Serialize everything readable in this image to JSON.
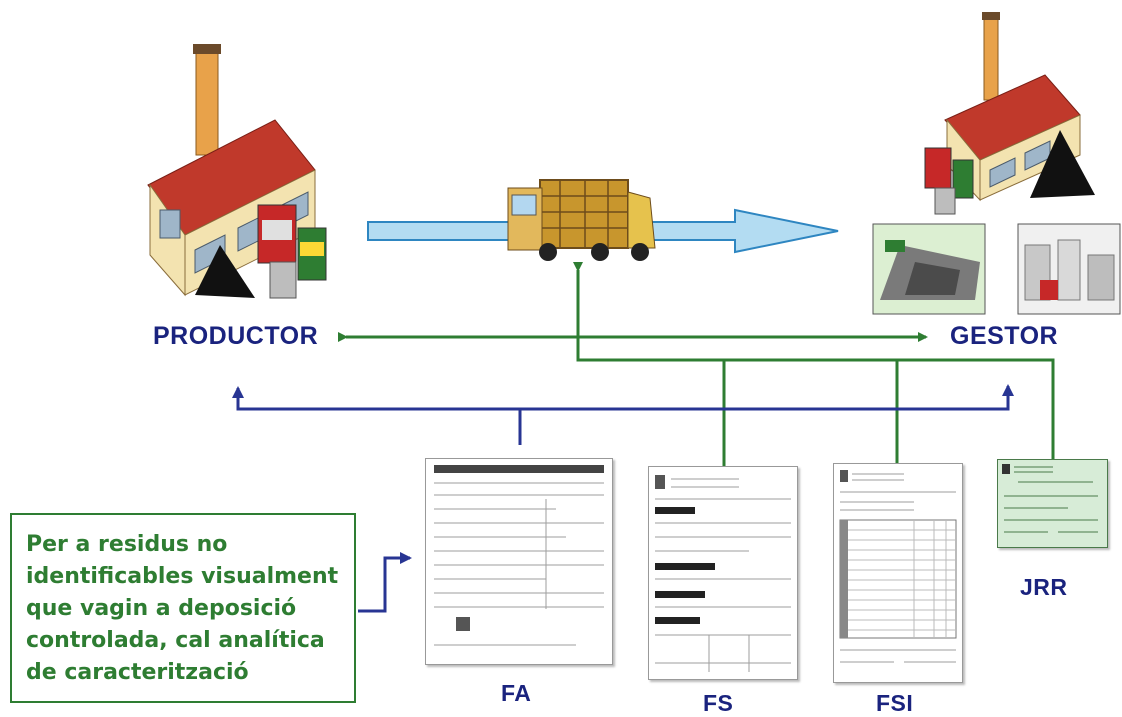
{
  "labels": {
    "productor": "PRODUCTOR",
    "gestor": "GESTOR",
    "fa": "FA",
    "fs": "FS",
    "fsi": "FSI",
    "jrr": "JRR"
  },
  "note": {
    "lines": [
      "Per a residus no",
      "identificables visualment",
      "que vagin a deposició",
      "controlada, cal analítica",
      "de caracterització"
    ]
  },
  "colors": {
    "blue_line": "#283593",
    "green_line": "#2e7d32",
    "flow_arrow": "#b3dcf2",
    "label": "#1a237e",
    "factory_roof": "#c0392b",
    "factory_wall": "#f3e3b0",
    "jrr_card": "#d7ecd7"
  },
  "icons": {
    "productor_factory": "factory-icon",
    "gestor_factory": "factory-icon",
    "truck": "truck-icon",
    "flow": "flow-arrow"
  }
}
